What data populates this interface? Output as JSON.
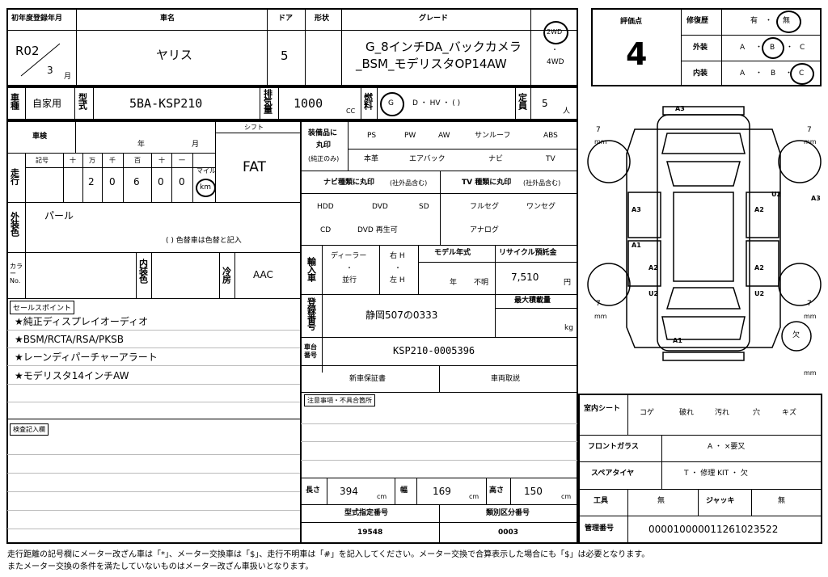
{
  "header": {
    "first_reg_label": "初年度登録年月",
    "first_reg_era_year": "R02",
    "first_reg_month": "3",
    "month_unit": "月",
    "car_name_label": "車名",
    "car_name": "ヤリス",
    "doors_label": "ドア",
    "doors": "5",
    "shape_label": "形状",
    "grade_label": "グレード",
    "grade_line1": "G_8インチDA_バックカメラ",
    "grade_line2": "_BSM_モデリスタOP14AW",
    "drive_2wd": "2WD",
    "drive_dot": "・",
    "drive_4wd": "4WD"
  },
  "score": {
    "eval_label": "評価点",
    "eval_value": "4",
    "repair_label": "修復歴",
    "repair_yes": "有",
    "repair_dot": "・",
    "repair_no": "無",
    "exterior_label": "外装",
    "interior_label": "内装",
    "grade_a": "A",
    "grade_b": "B",
    "grade_c": "C",
    "dot": "・"
  },
  "row2": {
    "use_label": "車種",
    "use_value": "自家用",
    "model_label": "型式",
    "model_value": "5BA-KSP210",
    "displacement_label": "排気量",
    "displacement_value": "1000",
    "cc": "CC",
    "fuel_label": "燃料",
    "fuel_g": "G",
    "fuel_rest": "D ・ HV ・ (          )",
    "capacity_label": "定員",
    "capacity_value": "5",
    "capacity_unit": "人"
  },
  "inspection": {
    "shaken_label": "車検",
    "year": "年",
    "month": "月",
    "shift_label": "シフト",
    "shift_value": "FAT",
    "mileage_label": "走行",
    "kigo": "記号",
    "juu": "十",
    "man": "万",
    "sen": "千",
    "hyaku": "百",
    "juu2": "十",
    "ichi": "一",
    "digits": [
      "2",
      "0",
      "6",
      "0",
      "0"
    ],
    "mile": "マイル",
    "km": "km"
  },
  "color": {
    "label": "外装色",
    "value": "パール",
    "note": "(          ) 色替車は色替と記入",
    "color_no_label": "カラーNo.",
    "interior_color_label": "内装色",
    "ac_label": "冷房",
    "ac_value": "AAC"
  },
  "equipment": {
    "label_line1": "装備品に",
    "label_line2": "丸印",
    "label_line3": "(純正のみ)",
    "row1": [
      "PS",
      "PW",
      "AW",
      "サンルーフ",
      "ABS"
    ],
    "row2": [
      "本革",
      "エアバック",
      "ナビ",
      "TV"
    ],
    "navi_label": "ナビ種類に丸印",
    "navi_sub": "(社外品含む)",
    "navi_row1": [
      "HDD",
      "DVD",
      "SD"
    ],
    "navi_row2": [
      "CD",
      "DVD 再生可"
    ],
    "tv_label": "TV 種類に丸印",
    "tv_sub": "(社外品含む)",
    "tv_row1": [
      "フルセグ",
      "ワンセグ"
    ],
    "tv_row2": [
      "アナログ"
    ]
  },
  "import": {
    "label": "輸入車",
    "dealer": "ディーラー",
    "dot": "・",
    "parallel": "並行",
    "right_h": "右 H",
    "left_h": "左 H",
    "model_year_label": "モデル年式",
    "year_unit": "年",
    "unknown": "不明",
    "recycle_label": "リサイクル預託金",
    "recycle_value": "7,510",
    "yen": "円"
  },
  "registration": {
    "label": "登録番号",
    "value": "静岡507の0333",
    "max_load_label": "最大積載量",
    "kg": "kg",
    "chassis_label": "車台番号",
    "chassis_value": "KSP210-0005396",
    "warranty": "新車保証書",
    "manual": "車両取説",
    "caution_label": "注意事項・不具合箇所"
  },
  "sales": {
    "label": "セールスポイント",
    "points": [
      "★純正ディスプレイオーディオ",
      "★BSM/RCTA/RSA/PKSB",
      "★レーンディパーチャーアラート",
      "★モデリスタ14インチAW"
    ],
    "inspector_label": "検査記入欄"
  },
  "dimensions": {
    "length_label": "長さ",
    "length_value": "394",
    "width_label": "幅",
    "width_value": "169",
    "height_label": "高さ",
    "height_value": "150",
    "cm": "cm",
    "type_cert_label": "型式指定番号",
    "type_cert_value": "19548",
    "class_label": "類別区分番号",
    "class_value": "0003"
  },
  "interior": {
    "seat_label": "室内シート",
    "seat_items": [
      "コゲ",
      "破れ",
      "汚れ",
      "穴",
      "キズ"
    ],
    "glass_label": "フロントガラス",
    "glass_value": "A  ・  ×要又",
    "spare_label": "スペアタイヤ",
    "spare_value": "T  ・  修理 KIT  ・  欠",
    "tools_label": "工具",
    "tools_value": "無",
    "jack_label": "ジャッキ",
    "jack_value": "無",
    "mgmt_label": "管理番号",
    "mgmt_value": "000010000011261023522"
  },
  "diagram": {
    "marks": [
      "A3",
      "A3",
      "U2",
      "A3",
      "A2",
      "A1",
      "A2",
      "A2",
      "U2",
      "U2",
      "A1"
    ],
    "tire_7": "7",
    "mm": "mm",
    "ketsu": "欠"
  },
  "footer": {
    "line1": "走行距離の記号欄にメーター改ざん車は「*」、メーター交換車は「$」、走行不明車は「#」を記入してください。メーター交換で合算表示した場合にも「$」は必要となります。",
    "line2": "またメーター交換の条件を満たしていないものはメーター改ざん車扱いとなります。"
  }
}
